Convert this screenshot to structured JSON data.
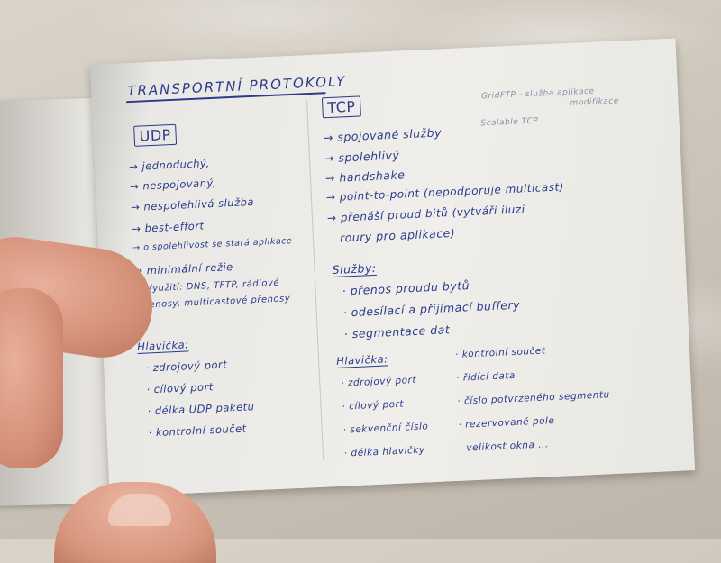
{
  "title": "TRANSPORTNÍ PROTOKOLY",
  "udp": {
    "heading": "UDP",
    "items": [
      "→ jednoduchý,",
      "→ nespojovaný,",
      "→ nespolehlivá služba",
      "→ best-effort",
      "→ o spolehlivost se stará aplikace",
      "→ minimální režie",
      "→ Využití: DNS, TFTP, rádiové",
      "přenosy, multicastové přenosy"
    ],
    "header_label": "Hlavička:",
    "header_fields": [
      "· zdrojový port",
      "· cílový port",
      "· délka UDP paketu",
      "· kontrolní součet"
    ]
  },
  "tcp": {
    "heading": "TCP",
    "items": [
      "→ spojované služby",
      "→ spolehlivý",
      "→ handshake",
      "→ point-to-point (nepodporuje multicast)",
      "→ přenáší proud bitů (vytváří iluzi",
      "roury pro aplikace)"
    ],
    "services_label": "Služby:",
    "services": [
      "· přenos proudu bytů",
      "· odesílací a přijímací buffery",
      "· segmentace dat"
    ],
    "header_label": "Hlavička:",
    "header_left": [
      "· zdrojový port",
      "· cílový port",
      "· sekvenční číslo",
      "· délka hlavičky"
    ],
    "header_right": [
      "· kontrolní součet",
      "· řídící data",
      "· číslo potvrzeného segmentu",
      "· rezervované pole",
      "· velikost okna ..."
    ]
  },
  "side_notes": [
    "GridFTP - služba aplikace",
    "modifikace",
    "Scalable TCP"
  ]
}
